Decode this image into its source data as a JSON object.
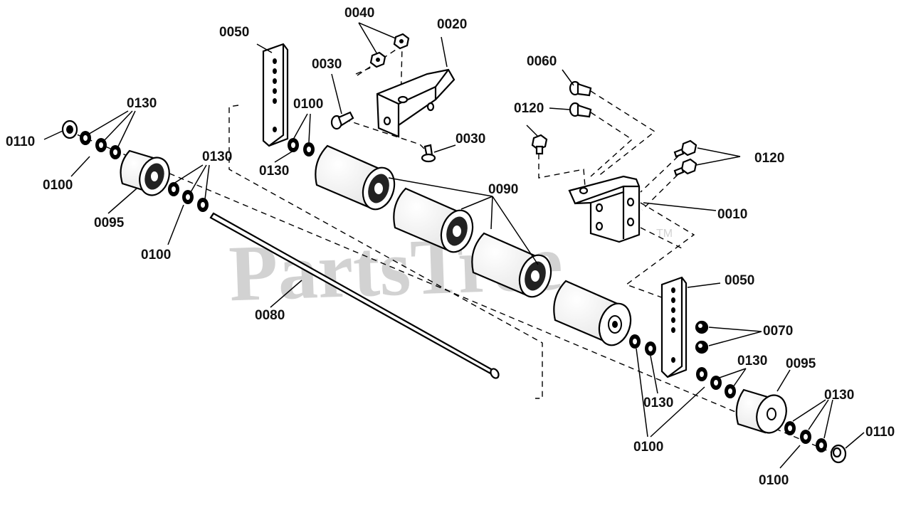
{
  "watermark": {
    "text": "PartsTree",
    "trademark": "TM"
  },
  "callouts": {
    "p0010": "0010",
    "p0020": "0020",
    "p0030": "0030",
    "p0040": "0040",
    "p0050": "0050",
    "p0060": "0060",
    "p0070": "0070",
    "p0080": "0080",
    "p0090": "0090",
    "p0095": "0095",
    "p0100": "0100",
    "p0110": "0110",
    "p0120": "0120",
    "p0130": "0130"
  }
}
